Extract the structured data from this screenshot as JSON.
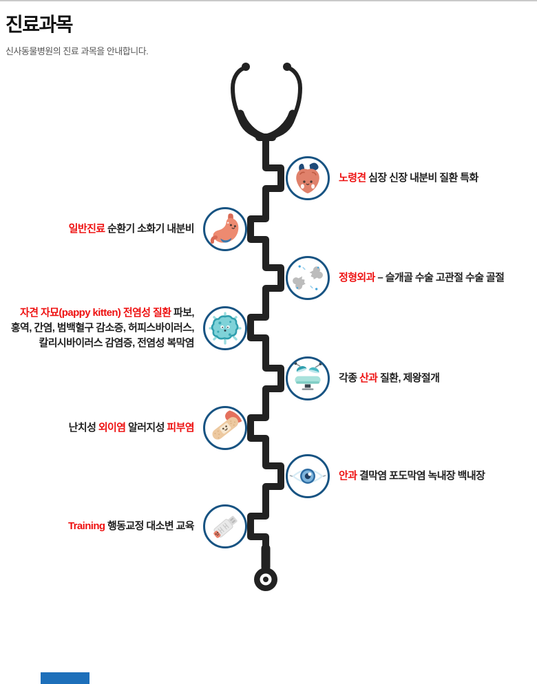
{
  "page": {
    "title": "진료과목",
    "subtitle": "신사동물병원의 진료 과목을 안내합니다."
  },
  "colors": {
    "red": "#ee1111",
    "navy": "#175382",
    "ink": "#222222",
    "stethoscope": "#222222",
    "blue_box": "#1d6fba"
  },
  "items": [
    {
      "side": "right",
      "icon": "heart-icon",
      "segments": [
        {
          "text": "노령견",
          "em": true
        },
        {
          "text": " 심장 신장 내분비 질환 특화",
          "em": false
        }
      ]
    },
    {
      "side": "left",
      "icon": "stomach-icon",
      "segments": [
        {
          "text": "일반진료",
          "em": true
        },
        {
          "text": " 순환기 소화기 내분비",
          "em": false
        }
      ]
    },
    {
      "side": "right",
      "icon": "broken-bone-icon",
      "segments": [
        {
          "text": "정형외과",
          "em": true
        },
        {
          "text": " – 슬개골  수술 고관절 수술 골절",
          "em": false
        }
      ]
    },
    {
      "side": "left",
      "icon": "virus-icon",
      "segments": [
        {
          "text": "자견 자묘(pappy kitten) 전염성 질환",
          "em": true
        },
        {
          "text": " 파보,",
          "em": false
        },
        {
          "br": true
        },
        {
          "text": "홍역, 간염, 범백혈구 감소증, 허피스바이러스,",
          "em": false
        },
        {
          "br": true
        },
        {
          "text": "칼리시바이러스 감염증, 전염성 복막염",
          "em": false
        }
      ]
    },
    {
      "side": "right",
      "icon": "surgery-table-icon",
      "segments": [
        {
          "text": "각종 ",
          "em": false
        },
        {
          "text": "산과",
          "em": true
        },
        {
          "text": " 질환, 제왕절개",
          "em": false
        }
      ]
    },
    {
      "side": "left",
      "icon": "bandage-icon",
      "segments": [
        {
          "text": "난치성 ",
          "em": false
        },
        {
          "text": "외이염",
          "em": true
        },
        {
          "text": " 알러지성 ",
          "em": false
        },
        {
          "text": "피부염",
          "em": true
        }
      ]
    },
    {
      "side": "right",
      "icon": "eye-icon",
      "segments": [
        {
          "text": "안과",
          "em": true
        },
        {
          "text": " 결막염 포도막염 녹내장 백내장",
          "em": false
        }
      ]
    },
    {
      "side": "left",
      "icon": "training-pad-icon",
      "segments": [
        {
          "text": "Training",
          "em": true
        },
        {
          "text": " 행동교정 대소변 교육",
          "em": false
        }
      ]
    }
  ]
}
